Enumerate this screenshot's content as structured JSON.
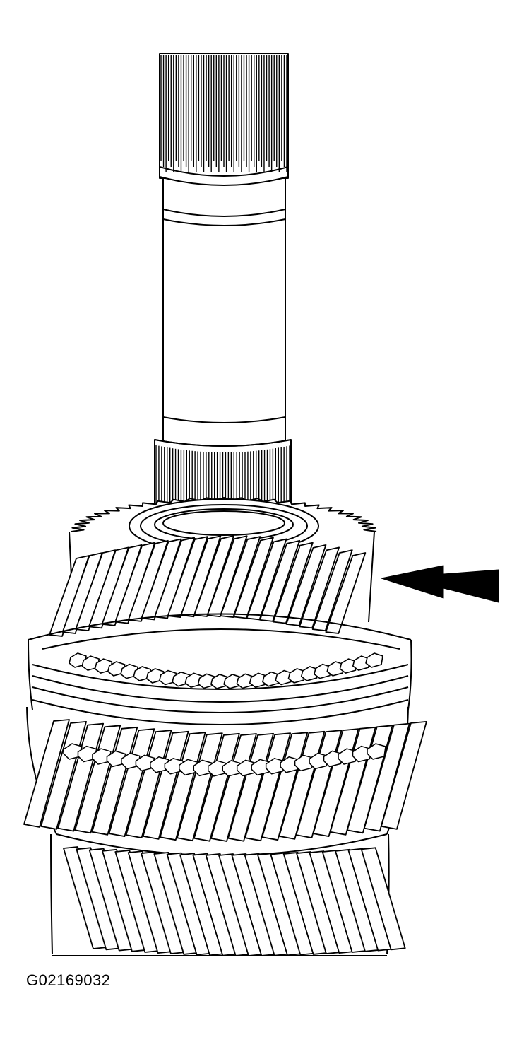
{
  "figure": {
    "id_label": "G02169032",
    "colors": {
      "ink": "#000000",
      "paper": "#ffffff"
    },
    "parts": {
      "callout": "arrow-pointing-left",
      "upper_spline_teeth": 50,
      "lower_spline_teeth": 48,
      "top_gear_teeth": 22,
      "sleeve_teeth": 22,
      "bottom_gear_teeth": 24
    }
  }
}
